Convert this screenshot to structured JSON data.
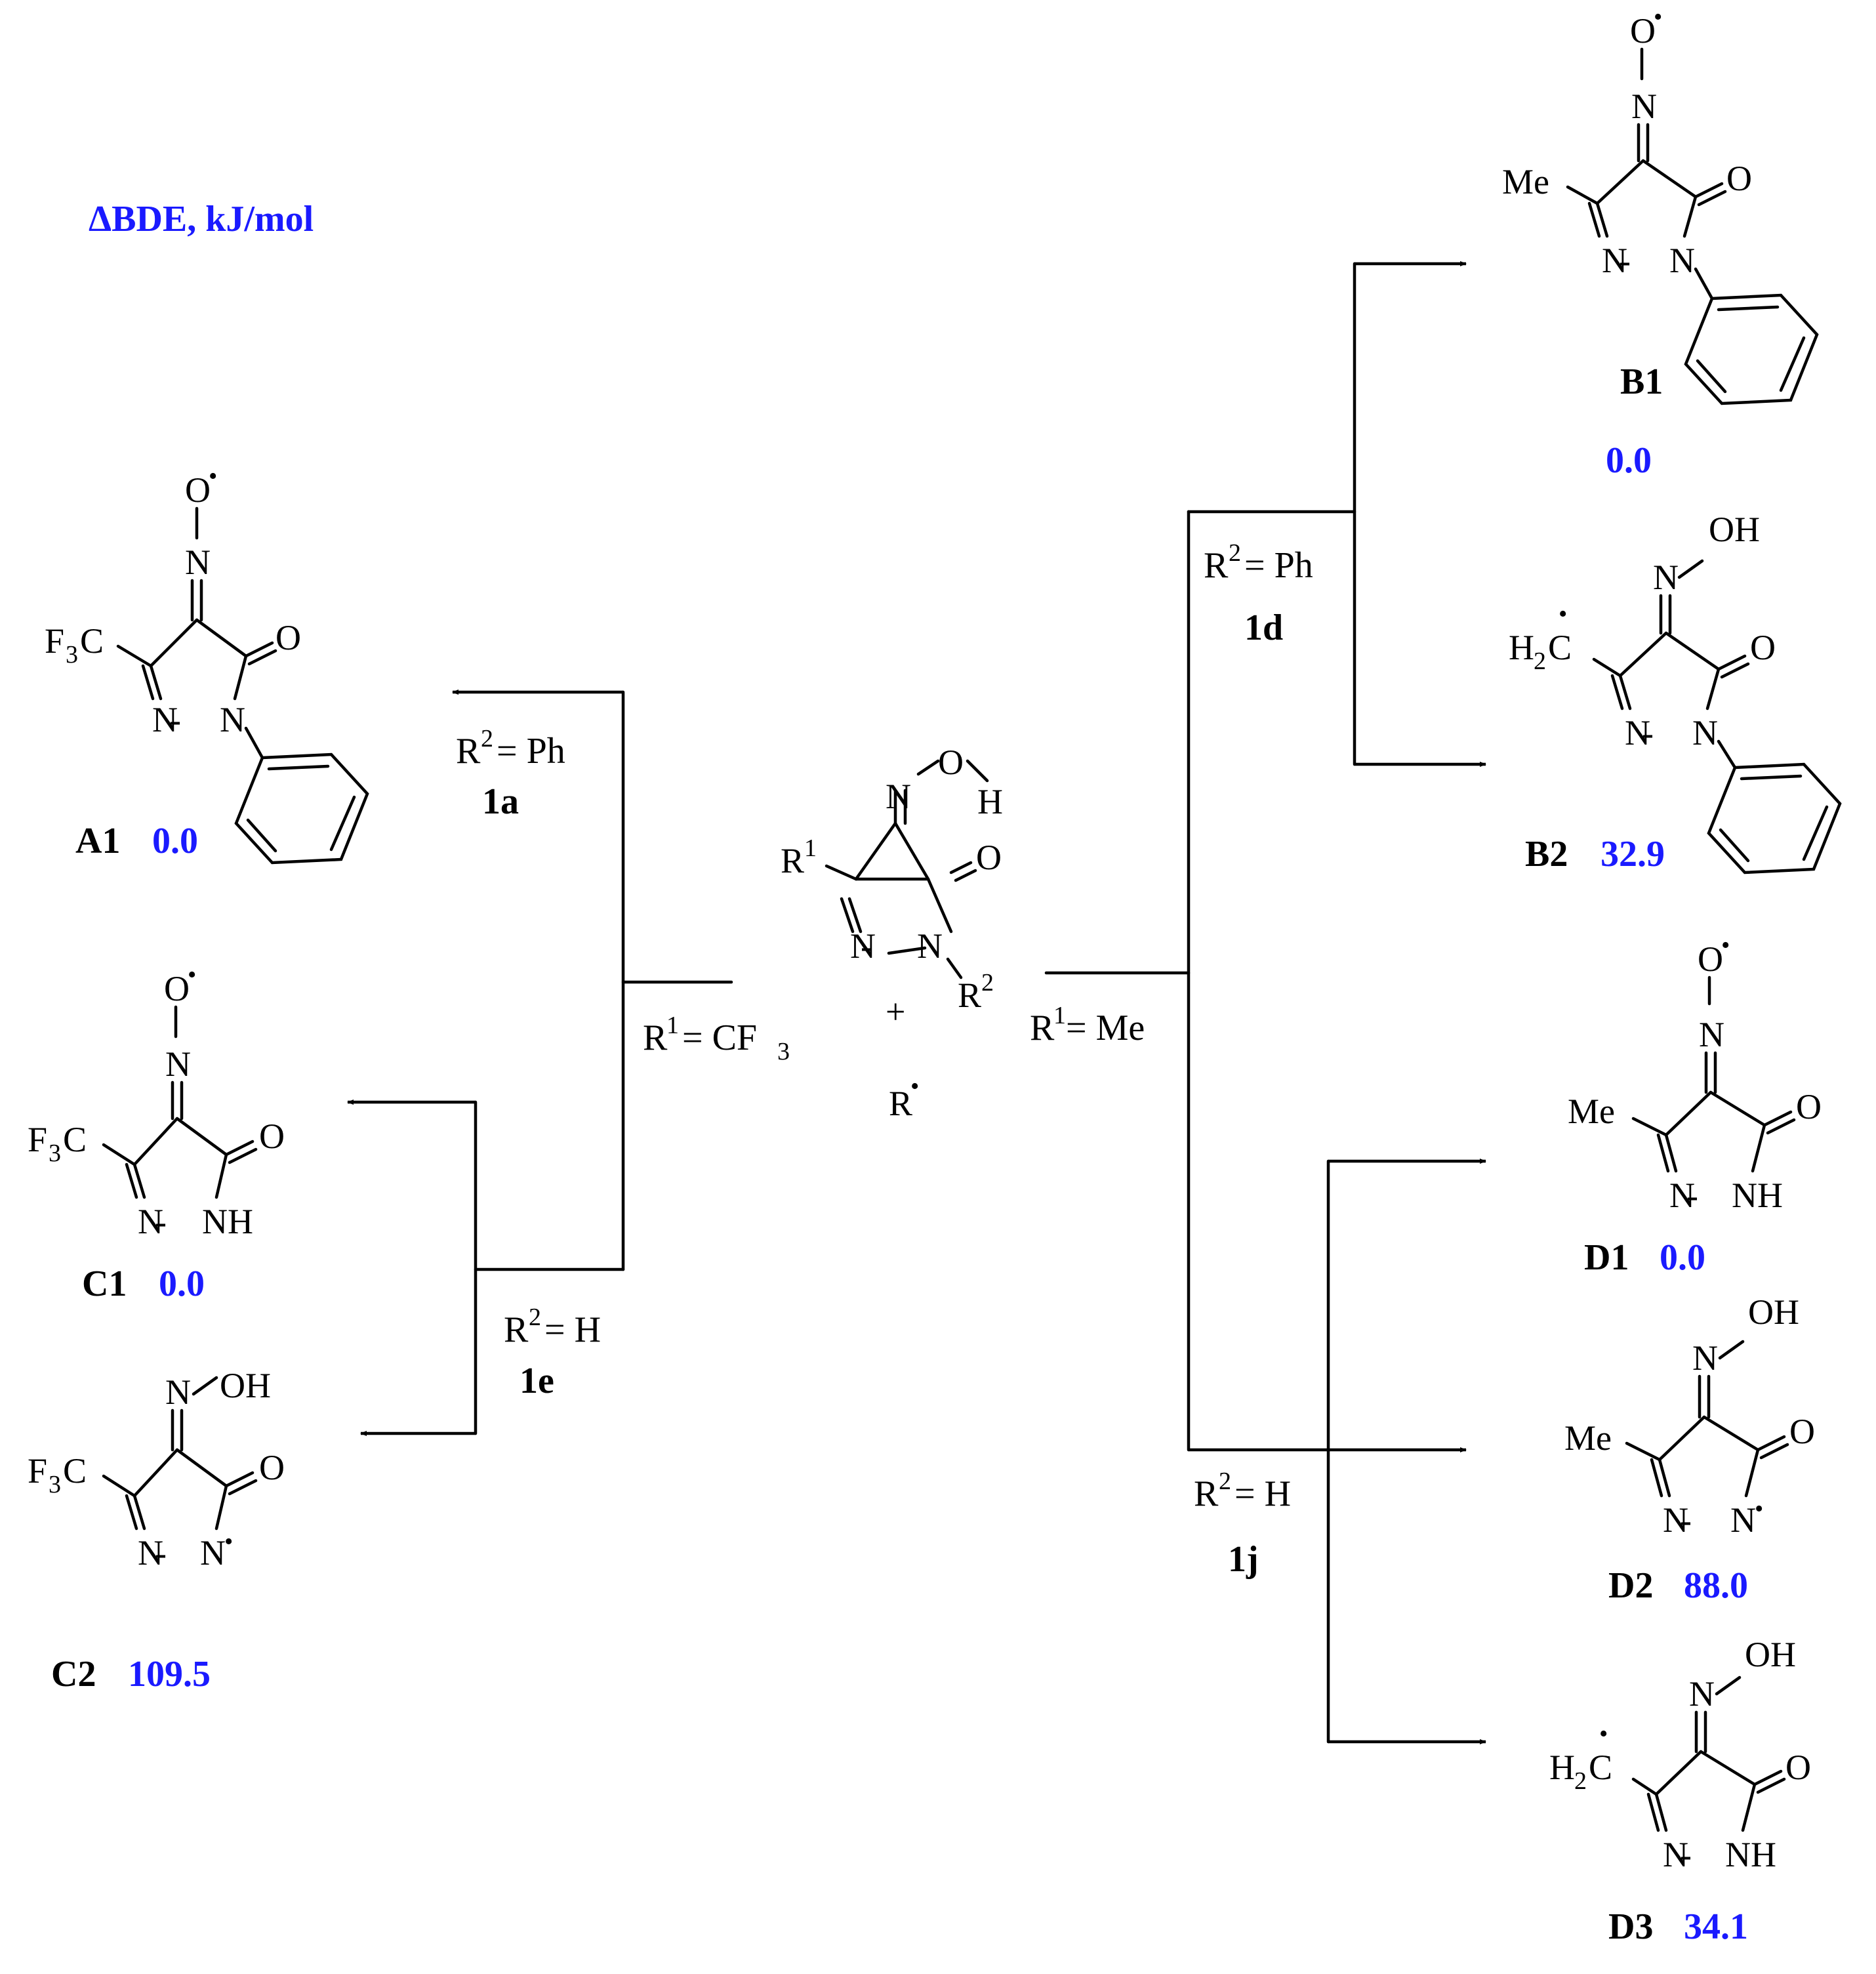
{
  "title": "ΔBDE, kJ/mol",
  "atoms": {
    "O": "O",
    "N": "N",
    "OH": "OH",
    "H": "H",
    "NH": "NH",
    "F": "F",
    "C": "C",
    "Me": "Me",
    "H2C_H": "H",
    "H2C_C": "C",
    "R": "R",
    "plus": "+",
    "sub3": "3",
    "sub2": "2",
    "sup1": "1",
    "sup2": "2",
    "dot": "•"
  },
  "reactant": {
    "label_R1": "R",
    "label_R2": "R",
    "radical": "R"
  },
  "conditions": {
    "r1_cf3": {
      "lhs": "R",
      "sup": "1",
      "rhs": "= CF",
      "sub": "3"
    },
    "r1_me": {
      "lhs": "R",
      "sup": "1",
      "rhs": " = Me"
    },
    "1a": {
      "r2": "= Ph",
      "code": "1a"
    },
    "1e": {
      "r2": "= H",
      "code": "1e"
    },
    "1d": {
      "r2": "= Ph",
      "code": "1d"
    },
    "1j": {
      "r2": "= H",
      "code": "1j"
    }
  },
  "products": [
    {
      "id": "A1",
      "value": "0.0"
    },
    {
      "id": "C1",
      "value": "0.0"
    },
    {
      "id": "C2",
      "value": "109.5"
    },
    {
      "id": "B1",
      "value": "0.0"
    },
    {
      "id": "B2",
      "value": "32.9"
    },
    {
      "id": "D1",
      "value": "0.0"
    },
    {
      "id": "D2",
      "value": "88.0"
    },
    {
      "id": "D3",
      "value": "34.1"
    }
  ]
}
